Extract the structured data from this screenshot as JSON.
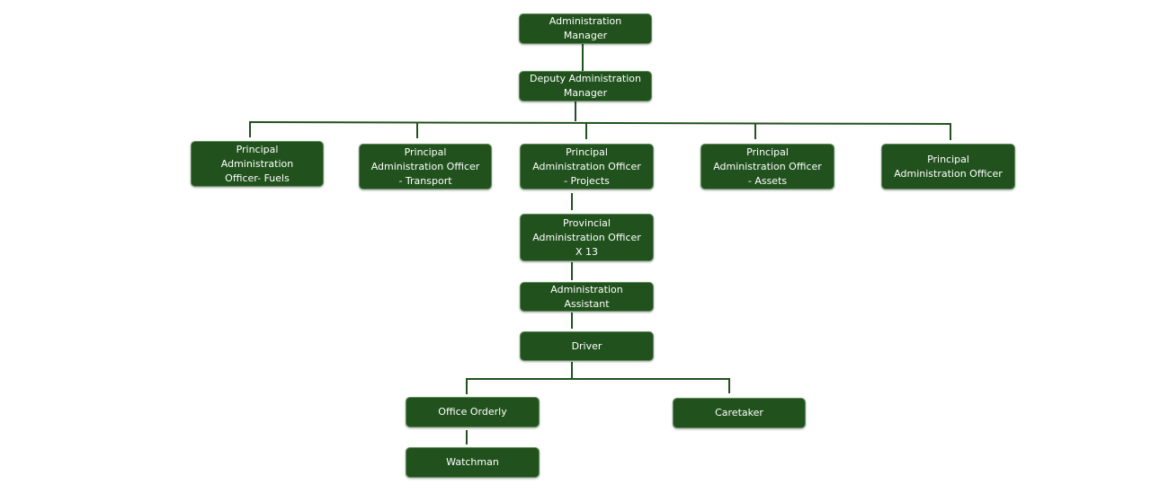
{
  "chart": {
    "nodes": {
      "admin_manager": "Administration\nManager",
      "deputy": "Deputy Administration\nManager",
      "fuels": "Principal\nAdministration\nOfficer- Fuels",
      "transport": "Principal\nAdministration Officer\n- Transport",
      "projects": "Principal\nAdministration Officer\n- Projects",
      "assets": "Principal\nAdministration Officer\n- Assets",
      "principal": "Principal\nAdministration Officer",
      "provincial": "Provincial\nAdministration Officer\nX 13",
      "assistant": "Administration\nAssistant",
      "driver": "Driver",
      "orderly": "Office Orderly",
      "caretaker": "Caretaker",
      "watchman": "Watchman"
    },
    "edges": [
      [
        "admin_manager",
        "deputy"
      ],
      [
        "deputy",
        "fuels"
      ],
      [
        "deputy",
        "transport"
      ],
      [
        "deputy",
        "projects"
      ],
      [
        "deputy",
        "assets"
      ],
      [
        "deputy",
        "principal"
      ],
      [
        "projects",
        "provincial"
      ],
      [
        "provincial",
        "assistant"
      ],
      [
        "assistant",
        "driver"
      ],
      [
        "driver",
        "orderly"
      ],
      [
        "driver",
        "caretaker"
      ],
      [
        "orderly",
        "watchman"
      ]
    ],
    "colors": {
      "box_fill": "#21521d",
      "box_border": "#5f8c5a",
      "line": "#21521d",
      "text": "#ffffff"
    }
  }
}
